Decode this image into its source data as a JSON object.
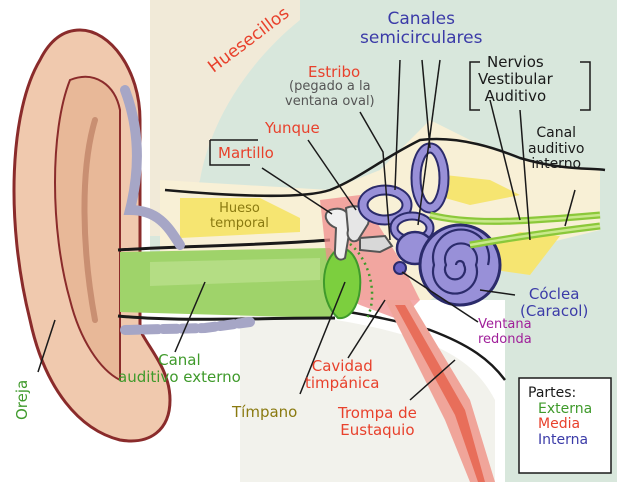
{
  "labels": {
    "canales": "Canales\nsemicirculares",
    "nervios": "Nervios\nVestibular\nAuditivo",
    "canal_interno": "Canal\nauditivo\ninterno",
    "huesecillos": "Huesecillos",
    "estribo": "Estribo",
    "estribo_note": "(pegado a la\nventana oval)",
    "yunque": "Yunque",
    "martillo": "Martillo",
    "hueso": "Hueso\ntemporal",
    "coclea": "Cóclea\n(Caracol)",
    "ventana": "Ventana\nredonda",
    "canal_externo": "Canal\nauditivo externo",
    "cavidad": "Cavidad\ntimpánica",
    "timpano": "Tímpano",
    "trompa": "Trompa de\nEustaquio",
    "oreja": "Oreja"
  },
  "legend": {
    "title": "Partes:",
    "externa": "Externa",
    "media": "Media",
    "interna": "Interna"
  },
  "colors": {
    "externa": "#3f9a2b",
    "media": "#e8412c",
    "interna": "#3b3ba8"
  }
}
